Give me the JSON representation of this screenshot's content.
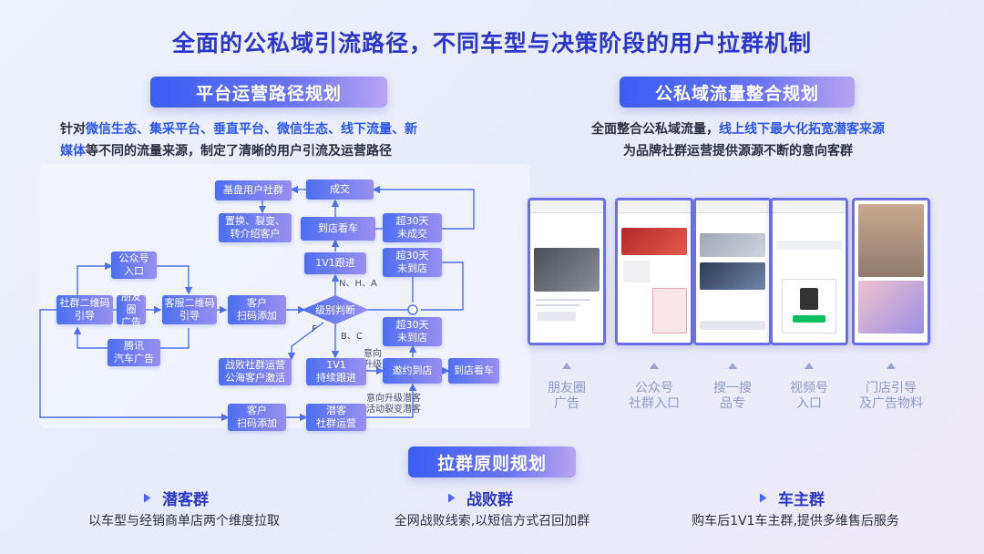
{
  "title": "全面的公私域引流路径，不同车型与决策阶段的用户拉群机制",
  "left_section": {
    "heading": "平台运营路径规划",
    "desc_line1_prefix": "针对",
    "desc_line1_highlight": "微信生态、集采平台、垂直平台、微信生态、线下流量、新",
    "desc_line2_highlight": "媒体",
    "desc_line2_suffix": "等不同的流量来源，制定了清晰的用户引流及运营路径"
  },
  "right_section": {
    "heading": "公私域流量整合规划",
    "desc_line1_prefix": "全面整合公私域流量，",
    "desc_line1_highlight": "线上线下最大化拓宽潜客来源",
    "desc_line2": "为品牌社群运营提供源源不断的意向客群"
  },
  "flow": {
    "jipan": "基盘用户社群",
    "chengjiao": "成交",
    "zhihuan": "置换、裂变、\n转介绍客户",
    "daodian_kanche_top": "到店看车",
    "chao30_weichengjiao": "超30天\n未成交",
    "gongzhonghao": "公众号\n入口",
    "genjin_1v1": "1V1跟进",
    "chao30_weidaodian_top": "超30天\n未到店",
    "label_nha": "N、H、A",
    "shequn_erweima": "社群二维码\n引导",
    "pengyouquan": "朋友圈\n广告",
    "kefu_erweima": "客服二维码\n引导",
    "kehu_saoma_1": "客户\n扫码添加",
    "jibie_panduan": "级别判断",
    "label_f": "F",
    "label_bc": "B、C",
    "tengxun": "腾讯\n汽车广告",
    "chao30_weidaodian_bottom": "超30天\n未到店",
    "zhanbai": "战败社群运营\n公海客户激活",
    "chixu_genjin": "1V1\n持续跟进",
    "label_yixiang": "意向\n升级",
    "yaoyue_daodian": "邀约到店",
    "daodian_kanche_right": "到店看车",
    "kehu_saoma_2": "客户\n扫码添加",
    "qianke_shequn": "潜客\n社群运营",
    "label_shengji": "意向升级潜客\n活动裂变潜客"
  },
  "phones": [
    {
      "caption": "朋友圈\n广告"
    },
    {
      "caption": "公众号\n社群入口"
    },
    {
      "caption": "搜一搜\n品专"
    },
    {
      "caption": "视频号\n入口"
    },
    {
      "caption": "门店引导\n及广告物料"
    }
  ],
  "bottom": {
    "heading": "拉群原则规划",
    "groups": [
      {
        "title": "潜客群",
        "desc": "以车型与经销商单店两个维度拉取"
      },
      {
        "title": "战败群",
        "desc": "全网战败线索,以短信方式召回加群"
      },
      {
        "title": "车主群",
        "desc": "购车后1V1车主群,提供多维售后服务"
      }
    ]
  },
  "colors": {
    "title": "#2a37c8",
    "highlight": "#2d56e8",
    "flow_line": "#4d6ff0",
    "caption": "#8e9bc8"
  }
}
